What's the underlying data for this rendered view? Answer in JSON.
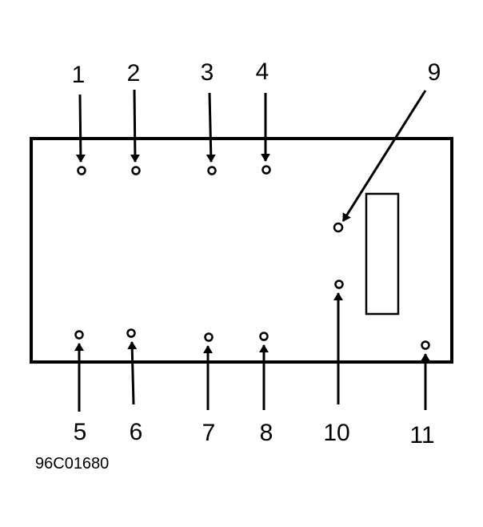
{
  "diagram": {
    "pins": {
      "p1": "1",
      "p2": "2",
      "p3": "3",
      "p4": "4",
      "p5": "5",
      "p6": "6",
      "p7": "7",
      "p8": "8",
      "p9": "9",
      "p10": "10",
      "p11": "11"
    },
    "figure_code": "96C01680"
  }
}
